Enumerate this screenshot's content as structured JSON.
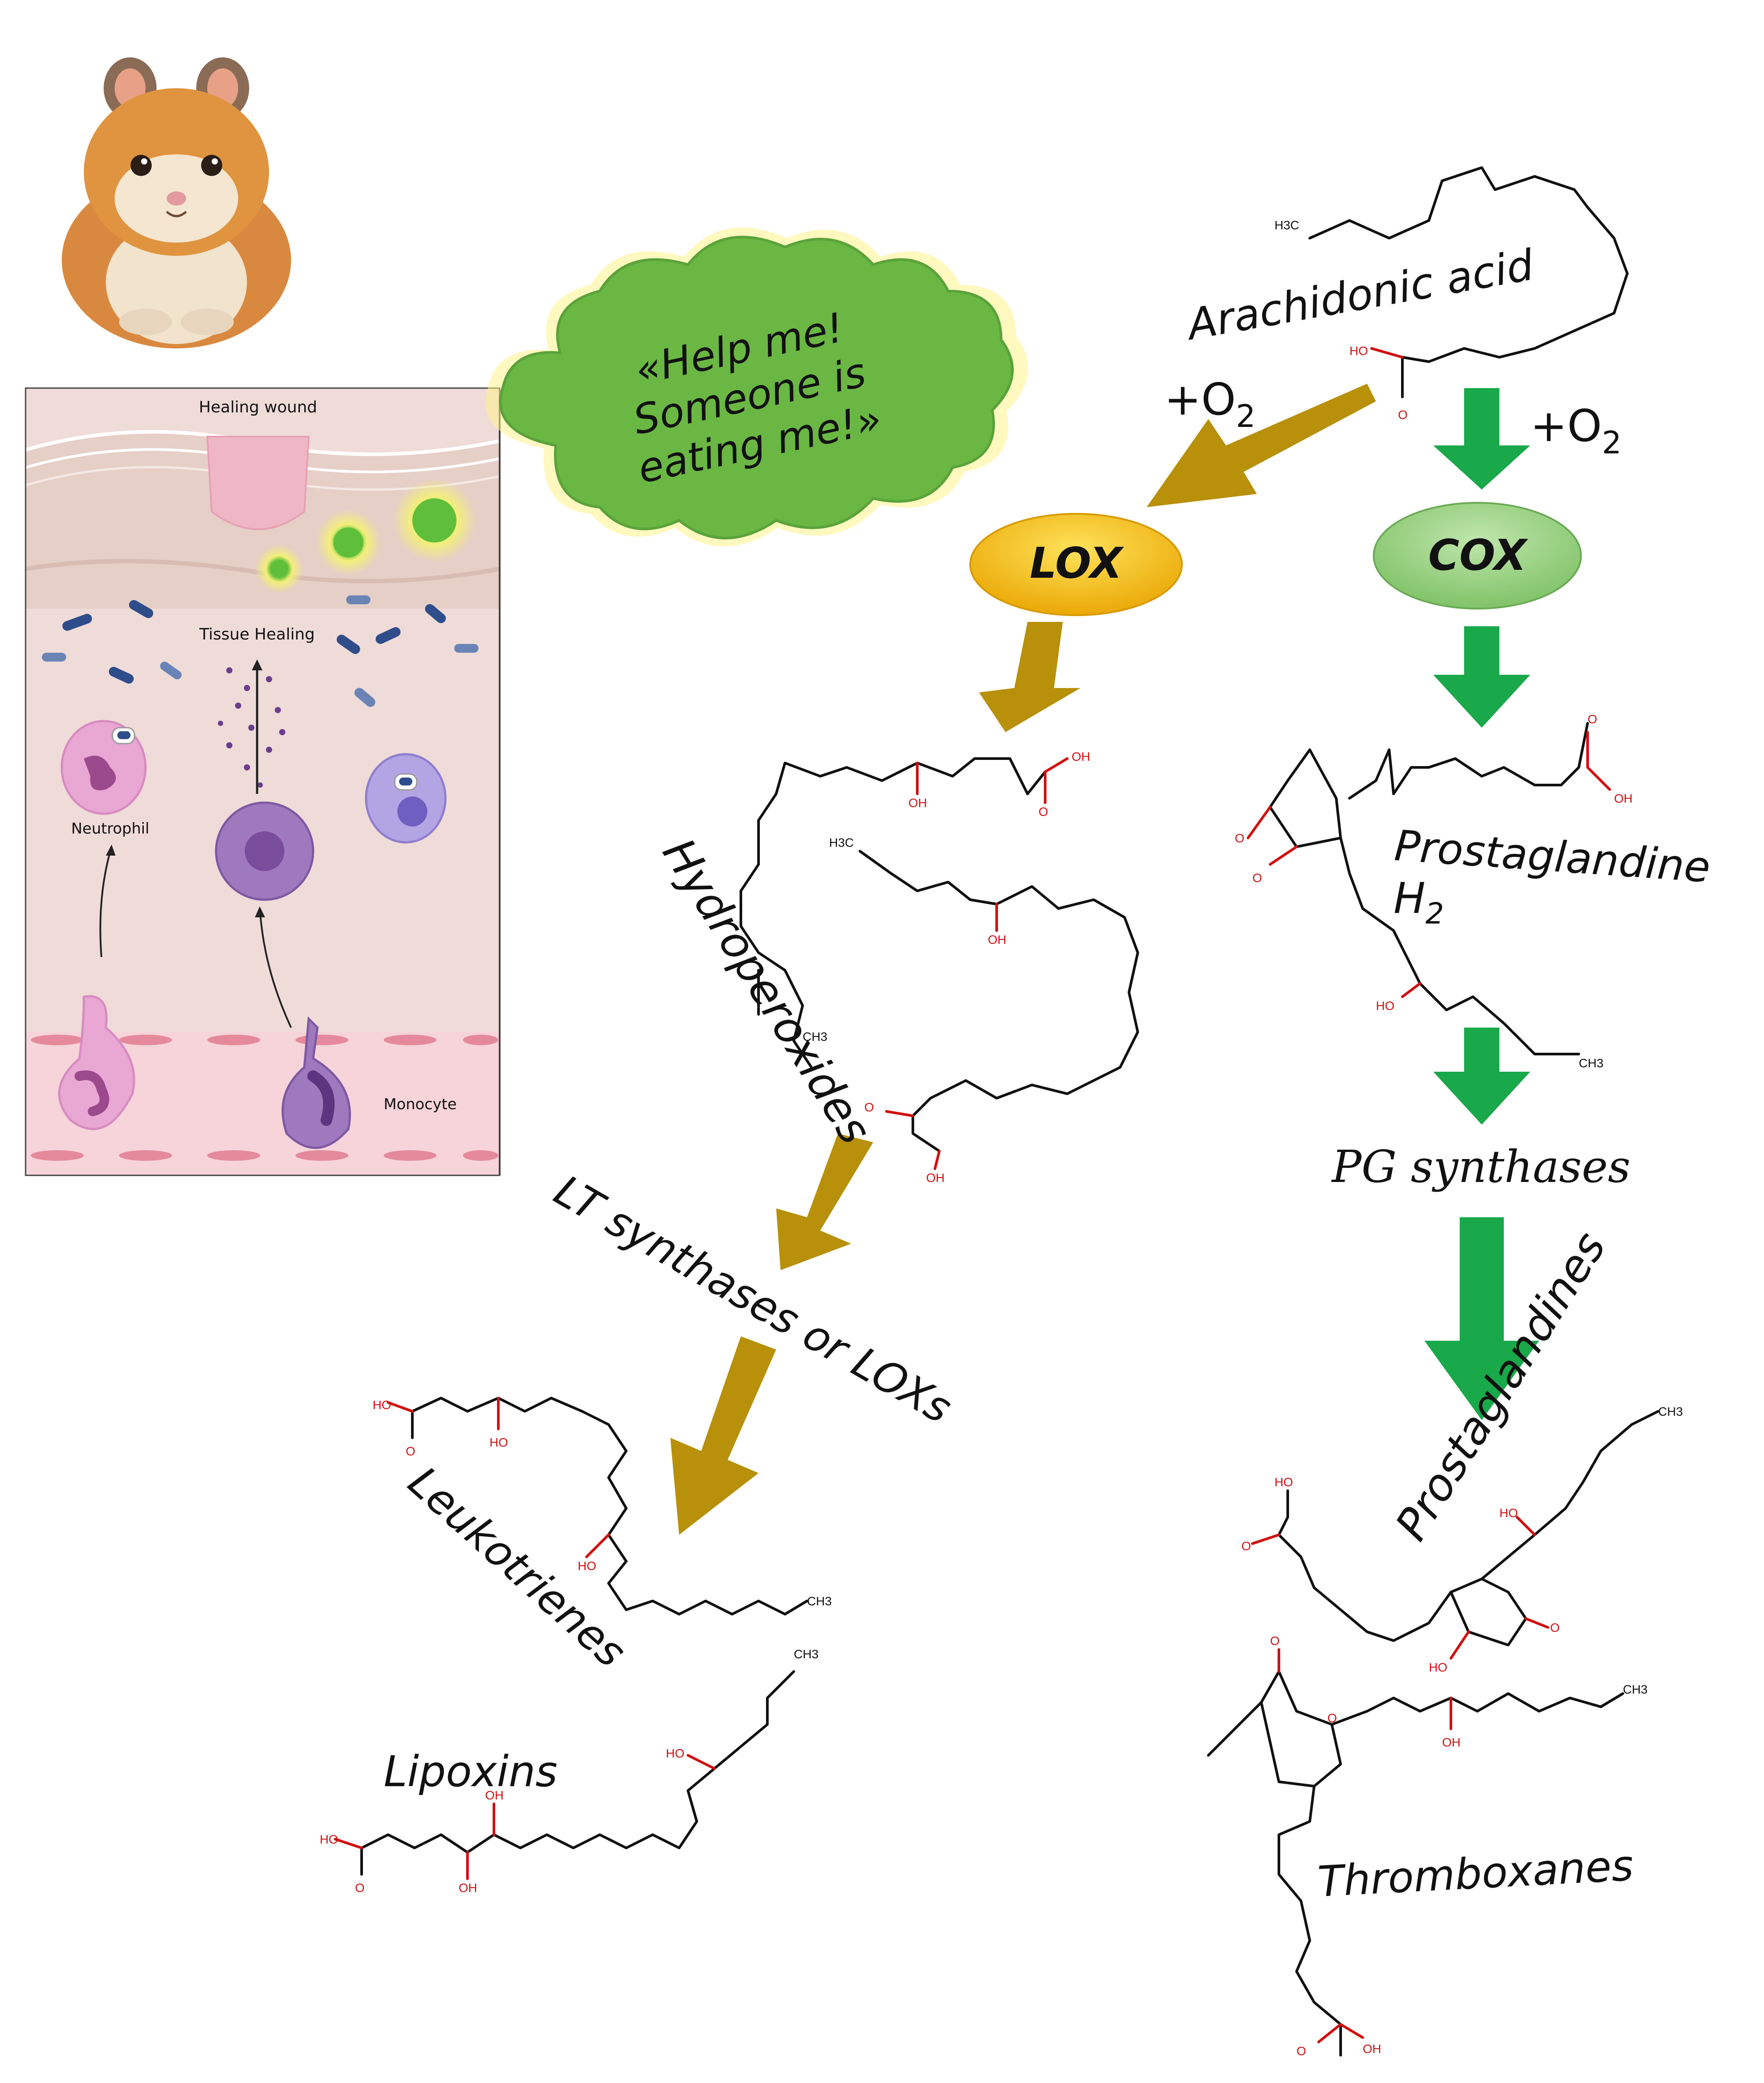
{
  "hamster_alert": {
    "speech": [
      "«Help me!",
      "Someone is",
      "eating me!»"
    ]
  },
  "wound_panel": {
    "healing_wound": "Healing wound",
    "tissue_healing": "Tissue Healing",
    "neutrophil": "Neutrophil",
    "monocyte": "Monocyte"
  },
  "pathway": {
    "arachidonic_acid": "Arachidonic acid",
    "oxygen_left": "+O",
    "oxygen_left_sub": "2",
    "oxygen_right": "+O",
    "oxygen_right_sub": "2",
    "lox": "LOX",
    "cox": "COX",
    "hydroperoxides": "Hydroperoxides",
    "prostaglandine_h2": "Prostaglandine",
    "prostaglandine_h2_line2": "H",
    "prostaglandine_h2_sub": "2",
    "pg_synthases": "PG synthases",
    "lt_synthases": "LT synthases or LOXs",
    "leukotrienes": "Leukotrienes",
    "lipoxins": "Lipoxins",
    "prostaglandines": "Prostaglandines",
    "thromboxanes": "Thromboxanes"
  },
  "atoms": {
    "h3c": "H3C",
    "ch3": "CH3",
    "ho": "HO",
    "oh": "OH",
    "o": "O"
  },
  "colors": {
    "lox_arrow": "#b8900a",
    "cox_arrow": "#19a84a",
    "lox_node": "#f5b800",
    "cox_node": "#8fcf7a",
    "cloud": "#6ab744",
    "cloud_glow": "#fff38a"
  }
}
